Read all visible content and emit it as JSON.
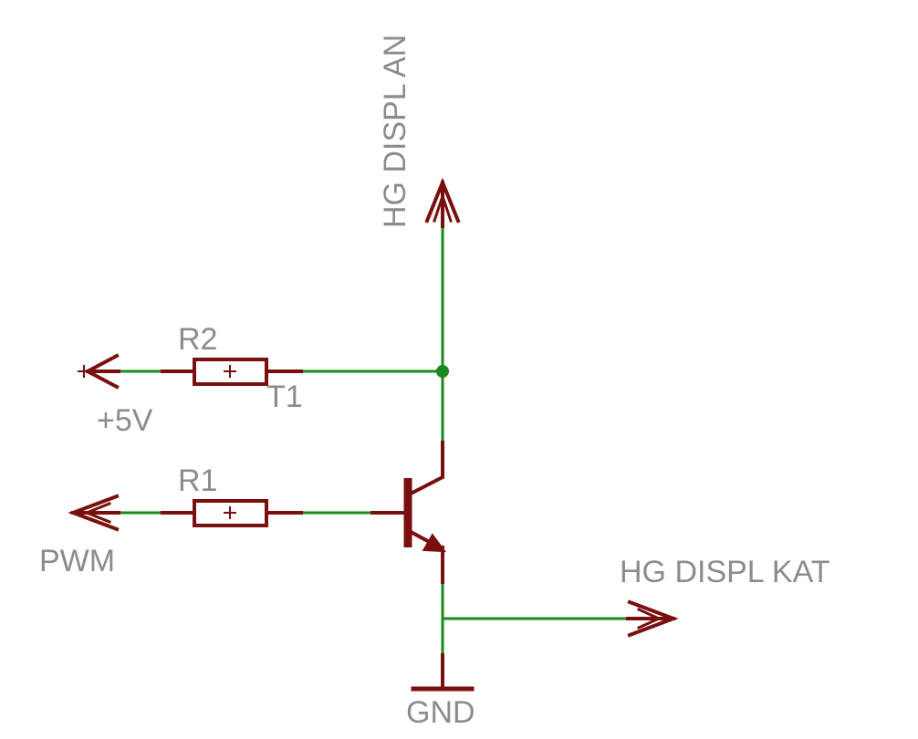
{
  "colors": {
    "wire": "#1a8a1a",
    "component": "#7a0f0f",
    "label": "#8c8c8c",
    "junction": "#1a8a1a",
    "background": "#ffffff"
  },
  "labels": {
    "top_net": "HG DISPL AN",
    "r2": "R2",
    "t1": "T1",
    "plus5v": "+5V",
    "r1": "R1",
    "pwm": "PWM",
    "kat": "HG DISPL KAT",
    "gnd": "GND"
  },
  "components": [
    {
      "id": "R1",
      "kind": "resistor"
    },
    {
      "id": "R2",
      "kind": "resistor"
    },
    {
      "id": "T1",
      "kind": "npn-transistor"
    }
  ],
  "nets": [
    "HG DISPL AN",
    "+5V",
    "PWM",
    "HG DISPL KAT",
    "GND"
  ]
}
